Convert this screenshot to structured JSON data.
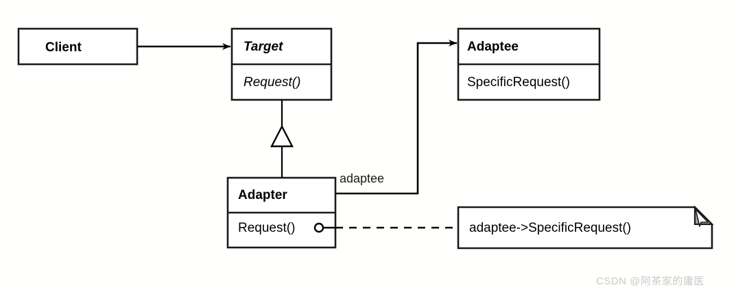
{
  "diagram": {
    "title": "Adapter Pattern Class Diagram",
    "type": "uml-class-diagram",
    "background_color": "#fffffd",
    "stroke_color": "#000000",
    "fill_color": "#ffffff",
    "fold_color": "#a6a6a6"
  },
  "classes": {
    "client": {
      "name": "Client",
      "name_style": "bold",
      "compartments": []
    },
    "target": {
      "name": "Target",
      "name_style": "bold-italic",
      "compartments": [
        {
          "label": "Request()",
          "style": "italic"
        }
      ]
    },
    "adaptee": {
      "name": "Adaptee",
      "name_style": "bold",
      "compartments": [
        {
          "label": "SpecificRequest()",
          "style": "normal"
        }
      ]
    },
    "adapter": {
      "name": "Adapter",
      "name_style": "bold",
      "compartments": [
        {
          "label": "Request()",
          "style": "normal"
        }
      ]
    }
  },
  "relations": {
    "client_to_target": {
      "kind": "association",
      "arrow": "filled",
      "label": ""
    },
    "adapter_to_target": {
      "kind": "generalization",
      "arrow": "hollow-triangle",
      "label": ""
    },
    "adapter_to_adaptee": {
      "kind": "association",
      "arrow": "filled",
      "label": "adaptee"
    },
    "request_to_note": {
      "kind": "note-anchor",
      "arrow": "ball",
      "label": ""
    }
  },
  "note": {
    "text": "adaptee->SpecificRequest()"
  },
  "watermark": {
    "text": "CSDN @阿茶家的庸医"
  }
}
